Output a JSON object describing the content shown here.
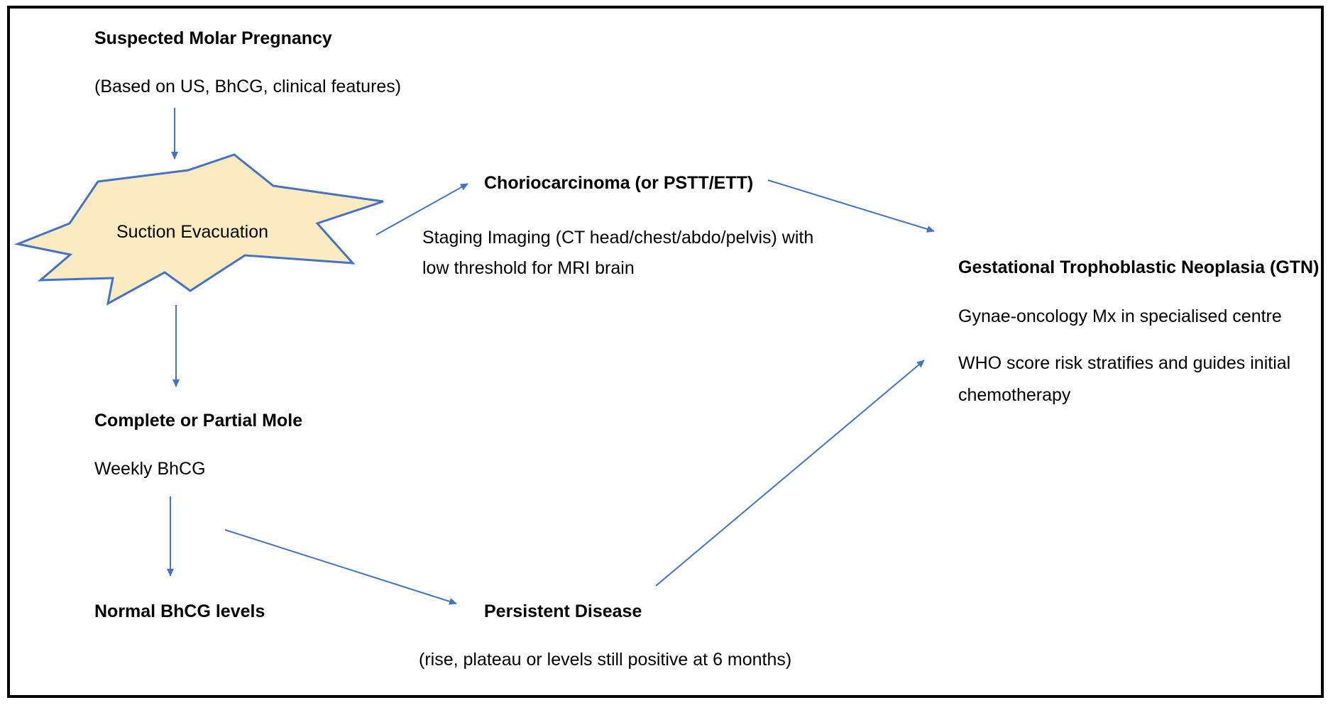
{
  "colors": {
    "arrow": "#4472C4",
    "star_fill": "#FCEBC0",
    "star_stroke": "#4472C4",
    "frame": "#000000"
  },
  "nodes": {
    "suspected": {
      "title": "Suspected Molar Pregnancy",
      "detail": "(Based on US, BhCG, clinical features)"
    },
    "suction": {
      "label": "Suction Evacuation"
    },
    "chorio": {
      "title": "Choriocarcinoma (or PSTT/ETT)",
      "detail_line1": "Staging Imaging (CT head/chest/abdo/pelvis) with",
      "detail_line2": "low threshold for MRI brain"
    },
    "gtn": {
      "title": "Gestational Trophoblastic Neoplasia (GTN)",
      "detail1": "Gynae-oncology Mx in specialised centre",
      "detail2_line1": "WHO score risk stratifies and guides initial",
      "detail2_line2": "chemotherapy"
    },
    "mole": {
      "title": "Complete or Partial Mole",
      "detail": "Weekly BhCG"
    },
    "normal": {
      "title": "Normal BhCG levels"
    },
    "persistent": {
      "title": "Persistent Disease",
      "detail": "(rise, plateau or levels still positive at 6 months)"
    }
  }
}
